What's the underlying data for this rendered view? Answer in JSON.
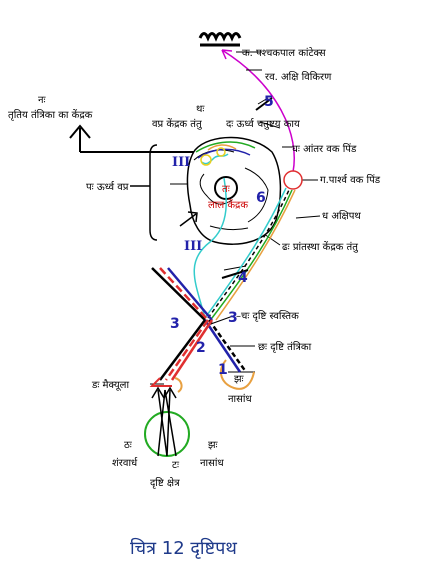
{
  "labels": {
    "ka": "क. पश्चकपाल कांटेक्स",
    "kha": "रव. अक्षि विकिरण",
    "na_1": "नः",
    "na_2": "तृतिय तंत्रिका का केंद्रक",
    "tha_1": "थः",
    "tha_2": "वप्र केंद्रक तंतु",
    "da": "दः ऊर्ध्व चतुष्टय काय",
    "gha": "घः आंतर वक पिंड",
    "pa": "पः ऊर्ध्व वप्र",
    "ga": "ग.पार्श्व वक पिंड",
    "ta_1": "तः",
    "ta_2": "लाल केंद्रक",
    "dha_right": "ध अक्षिपथ",
    "dha_lower": "ढः प्रांतस्था केंद्रक तंतु",
    "cha": "–चः दृष्टि स्वस्तिक",
    "chha": "छः दृष्टि तंत्रिका",
    "jha_right_1": "झः",
    "jha_right_2": "नासांध",
    "dda": "डः मैक्यूला",
    "tha_bottom_1": "ठः",
    "tha_bottom_2": "शंरवार्ध",
    "jha_bottom_1": "झः",
    "jha_bottom_2": "नासांध",
    "tta_1": "टः",
    "tta_2": "दृष्टि क्षेत्र"
  },
  "numbers": {
    "n1": "1",
    "n2": "2",
    "n3_left": "3",
    "n3_right": "3",
    "n4": "4",
    "n5": "5",
    "n6": "6",
    "roman_top": "III",
    "roman_bottom": "III"
  },
  "caption": "चित्र 12 दृष्टिपथ",
  "colors": {
    "magenta": "#cc00cc",
    "red": "#e03030",
    "blue": "#2222aa",
    "cyan": "#33cccc",
    "orange": "#e8a040",
    "green": "#22aa22",
    "yellow": "#e8d020",
    "caption": "#1f3a8a"
  }
}
